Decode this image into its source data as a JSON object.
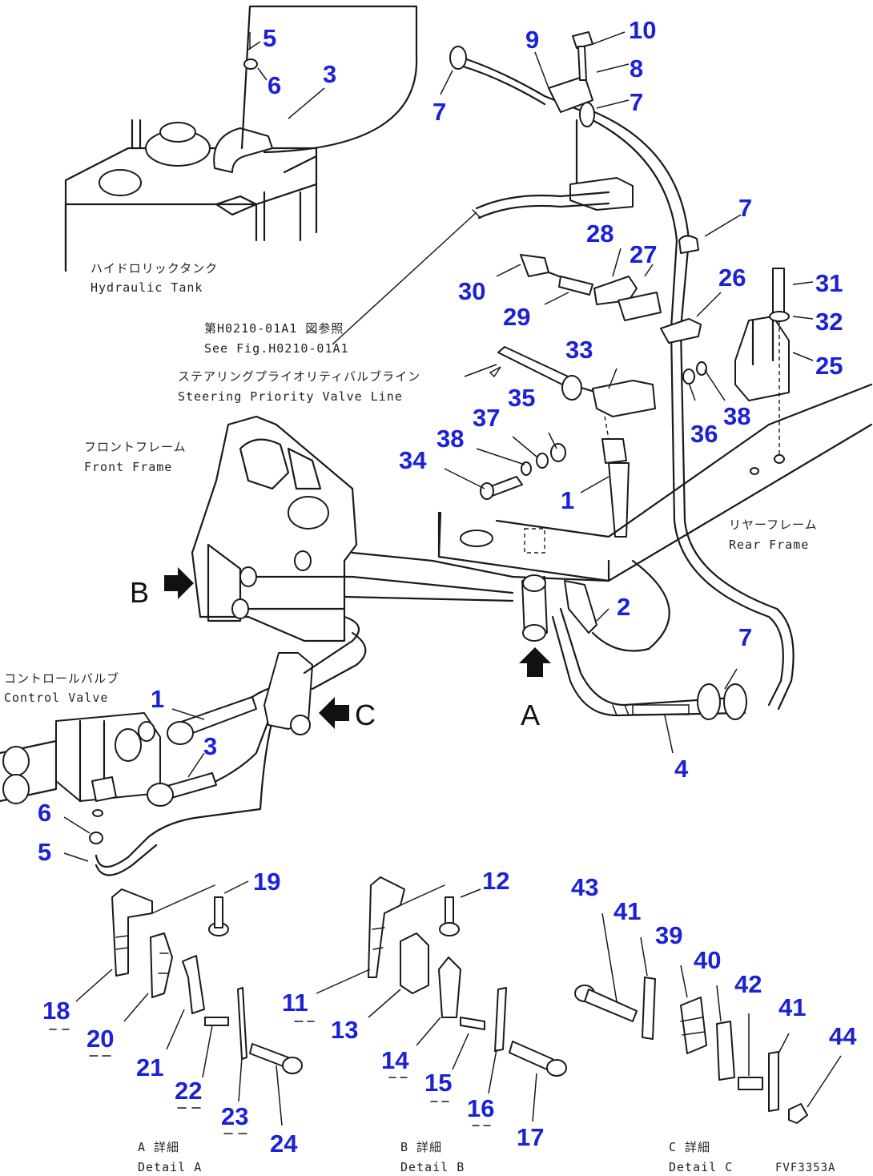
{
  "labels": {
    "hydraulic_tank_jp": "ハイドロリックタンク",
    "hydraulic_tank_en": "Hydraulic Tank",
    "see_fig_jp": "第H0210-01A1 図参照",
    "see_fig_en": "See Fig.H0210-01A1",
    "steering_line_jp": "ステアリングプライオリティバルブライン",
    "steering_line_en": "Steering Priority Valve Line",
    "front_frame_jp": "フロントフレーム",
    "front_frame_en": "Front Frame",
    "rear_frame_jp": "リヤーフレーム",
    "rear_frame_en": "Rear Frame",
    "control_valve_jp": "コントロールバルブ",
    "control_valve_en": "Control Valve",
    "detail_a_jp": "A 詳細",
    "detail_a_en": "Detail A",
    "detail_b_jp": "B 詳細",
    "detail_b_en": "Detail B",
    "detail_c_jp": "C 詳細",
    "detail_c_en": "Detail C",
    "drawing_code": "FVF3353A"
  },
  "view_markers": {
    "a": "A",
    "b": "B",
    "c": "C"
  },
  "callouts": {
    "c5_top": "5",
    "c6_top": "6",
    "c3_top": "3",
    "c7_a": "7",
    "c9": "9",
    "c10": "10",
    "c8": "8",
    "c7_b": "7",
    "c7_c": "7",
    "c28": "28",
    "c27": "27",
    "c26": "26",
    "c31": "31",
    "c32": "32",
    "c25": "25",
    "c30": "30",
    "c29": "29",
    "c33": "33",
    "c35": "35",
    "c37": "37",
    "c38_a": "38",
    "c36": "36",
    "c38_b": "38",
    "c34": "34",
    "c1_top": "1",
    "c2": "2",
    "c7_d": "7",
    "c4": "4",
    "c1_left": "1",
    "c3_left": "3",
    "c6_left": "6",
    "c5_left": "5",
    "c19": "19",
    "c18": "18",
    "c20": "20",
    "c21": "21",
    "c22": "22",
    "c23": "23",
    "c24": "24",
    "c12": "12",
    "c11": "11",
    "c13": "13",
    "c14": "14",
    "c15": "15",
    "c16": "16",
    "c17": "17",
    "c43": "43",
    "c41_a": "41",
    "c39": "39",
    "c40": "40",
    "c42": "42",
    "c41_b": "41",
    "c44": "44"
  }
}
